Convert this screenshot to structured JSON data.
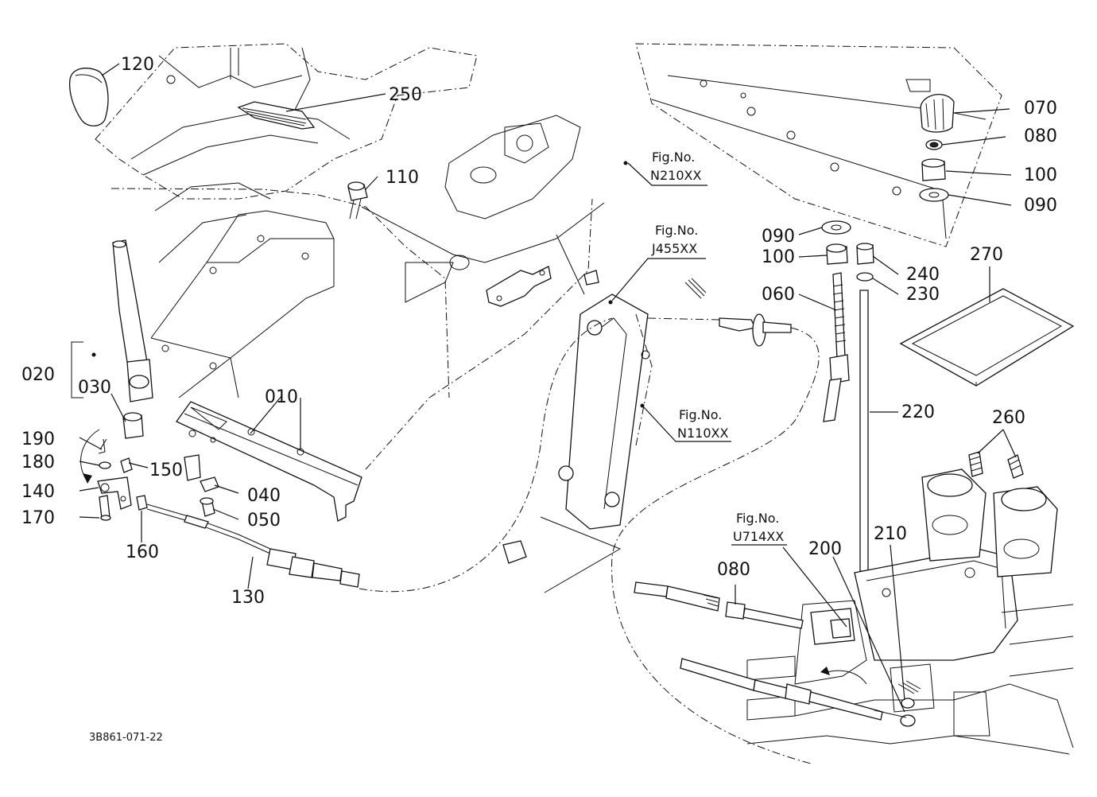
{
  "parts": [
    {
      "label": "120"
    },
    {
      "label": "250"
    },
    {
      "label": "110"
    },
    {
      "label": "020"
    },
    {
      "label": "030"
    },
    {
      "label": "190"
    },
    {
      "label": "180"
    },
    {
      "label": "140"
    },
    {
      "label": "170"
    },
    {
      "label": "150"
    },
    {
      "label": "160"
    },
    {
      "label": "010"
    },
    {
      "label": "040"
    },
    {
      "label": "050"
    },
    {
      "label": "130"
    },
    {
      "label": "060"
    },
    {
      "label": "090"
    },
    {
      "label": "100"
    },
    {
      "label": "240"
    },
    {
      "label": "230"
    },
    {
      "label": "220"
    },
    {
      "label": "070"
    },
    {
      "label": "080"
    },
    {
      "label": "100"
    },
    {
      "label": "090"
    },
    {
      "label": "270"
    },
    {
      "label": "260"
    },
    {
      "label": "210"
    },
    {
      "label": "200"
    },
    {
      "label": "080"
    }
  ],
  "fig_refs": [
    {
      "heading": "Fig.No.",
      "code": "N210XX"
    },
    {
      "heading": "Fig.No.",
      "code": "J455XX"
    },
    {
      "heading": "Fig.No.",
      "code": "N110XX"
    },
    {
      "heading": "Fig.No.",
      "code": "U714XX"
    }
  ],
  "drawing_code": "3B861-071-22",
  "colors": {
    "line": "#111111",
    "background": "#ffffff"
  }
}
